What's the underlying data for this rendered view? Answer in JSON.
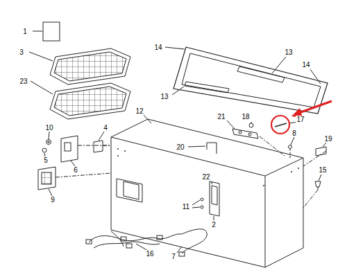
{
  "diagram": {
    "labels": [
      "1",
      "3",
      "14",
      "13",
      "14",
      "13",
      "23",
      "12",
      "21",
      "18",
      "17",
      "10",
      "4",
      "8",
      "20",
      "5",
      "6",
      "19",
      "9",
      "22",
      "15",
      "11",
      "2",
      "16",
      "7"
    ]
  }
}
